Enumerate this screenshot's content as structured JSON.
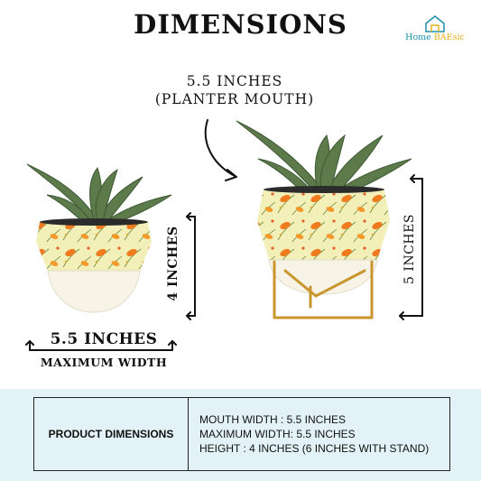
{
  "title": "DIMENSIONS",
  "logo": {
    "text_main": "Home ",
    "text_accent": "BAEsic"
  },
  "callout": {
    "line1": "5.5 INCHES",
    "line2": "(PLANTER MOUTH)"
  },
  "small_planter": {
    "width_label": "5.5 INCHES",
    "width_caption": "MAXIMUM WIDTH",
    "height_label": "4 INCHES"
  },
  "stand_planter": {
    "height_label": "5 INCHES"
  },
  "product_table": {
    "heading": "PRODUCT DIMENSIONS",
    "rows": [
      "MOUTH WIDTH : 5.5 INCHES",
      "MAXIMUM WIDTH: 5.5 INCHES",
      "HEIGHT : 4 INCHES  (6 INCHES WITH STAND)"
    ]
  },
  "colors": {
    "band": "#e2f2f6",
    "pot_pattern": "#f3efb8",
    "flower": "#f07a1e",
    "pot_base": "#f7f3e6",
    "stand": "#c9962e",
    "leaf": "#5c7a4a"
  }
}
